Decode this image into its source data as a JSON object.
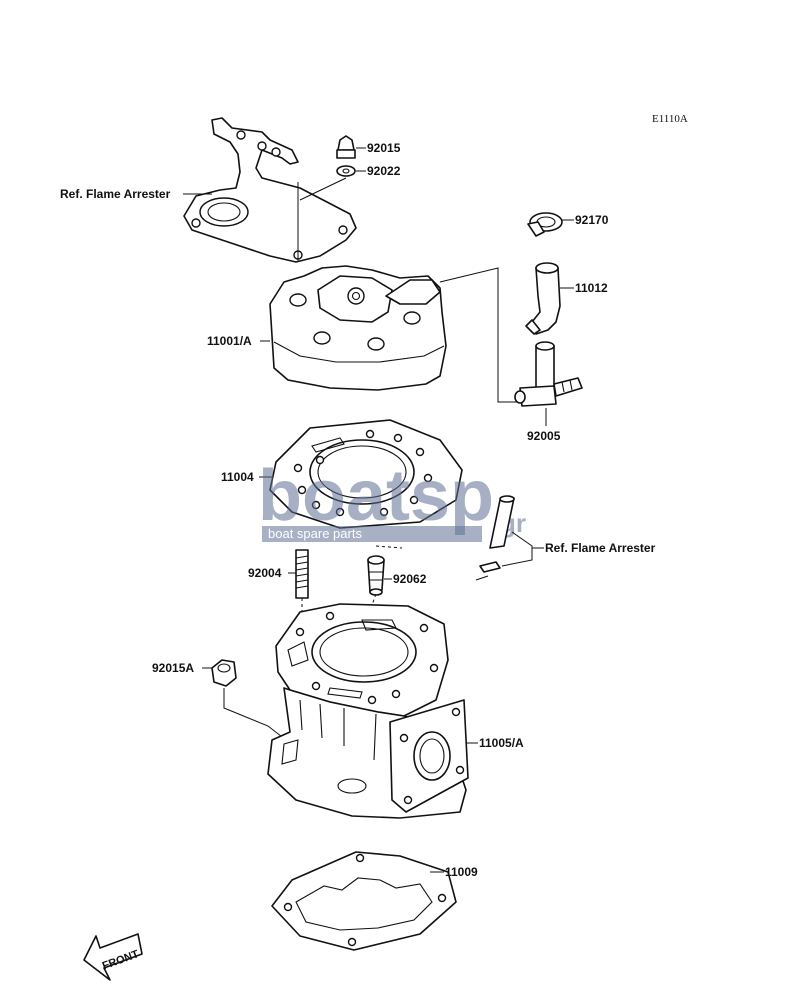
{
  "diagram_code": "E1110A",
  "labels": {
    "ref_flame_arrester_top": "Ref. Flame Arrester",
    "p92015": "92015",
    "p92022": "92022",
    "p92170": "92170",
    "p11012": "11012",
    "p11001A": "11001/A",
    "p92005": "92005",
    "p11004": "11004",
    "ref_flame_arrester_mid": "Ref. Flame Arrester",
    "p92004": "92004",
    "p92062": "92062",
    "p92015A": "92015A",
    "p11005A": "11005/A",
    "p11009": "11009"
  },
  "front_arrow": "FRONT",
  "watermark": {
    "logo": "boatsp",
    "suffix": "gr",
    "tagline": "boat spare parts"
  }
}
